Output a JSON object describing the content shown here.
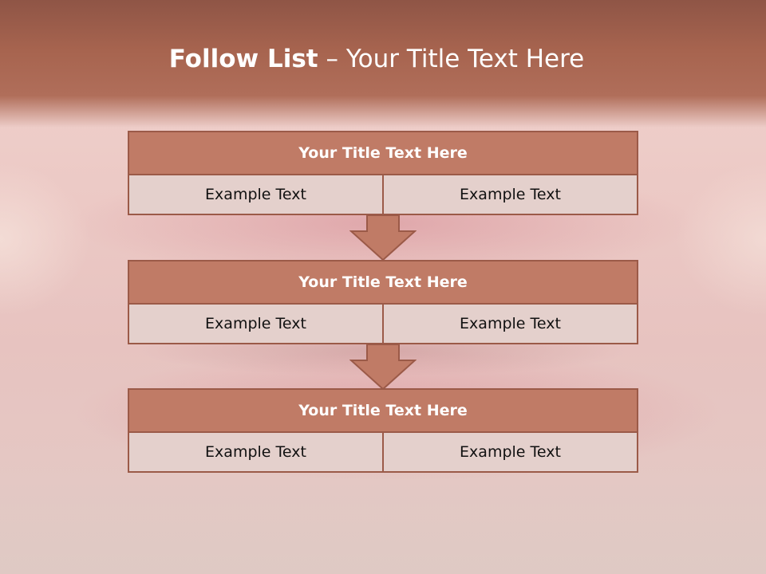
{
  "slide": {
    "title_strong": "Follow List",
    "title_rest": " – Your Title Text Here"
  },
  "blocks": [
    {
      "title": "Your Title Text Here",
      "left": "Example Text",
      "right": "Example Text"
    },
    {
      "title": "Your Title Text Here",
      "left": "Example Text",
      "right": "Example Text"
    },
    {
      "title": "Your Title Text Here",
      "left": "Example Text",
      "right": "Example Text"
    }
  ],
  "colors": {
    "header_fill": "#c07b66",
    "border": "#9b5a48",
    "cell_fill": "#e4d0cc",
    "title_bar": "#a7644f"
  }
}
